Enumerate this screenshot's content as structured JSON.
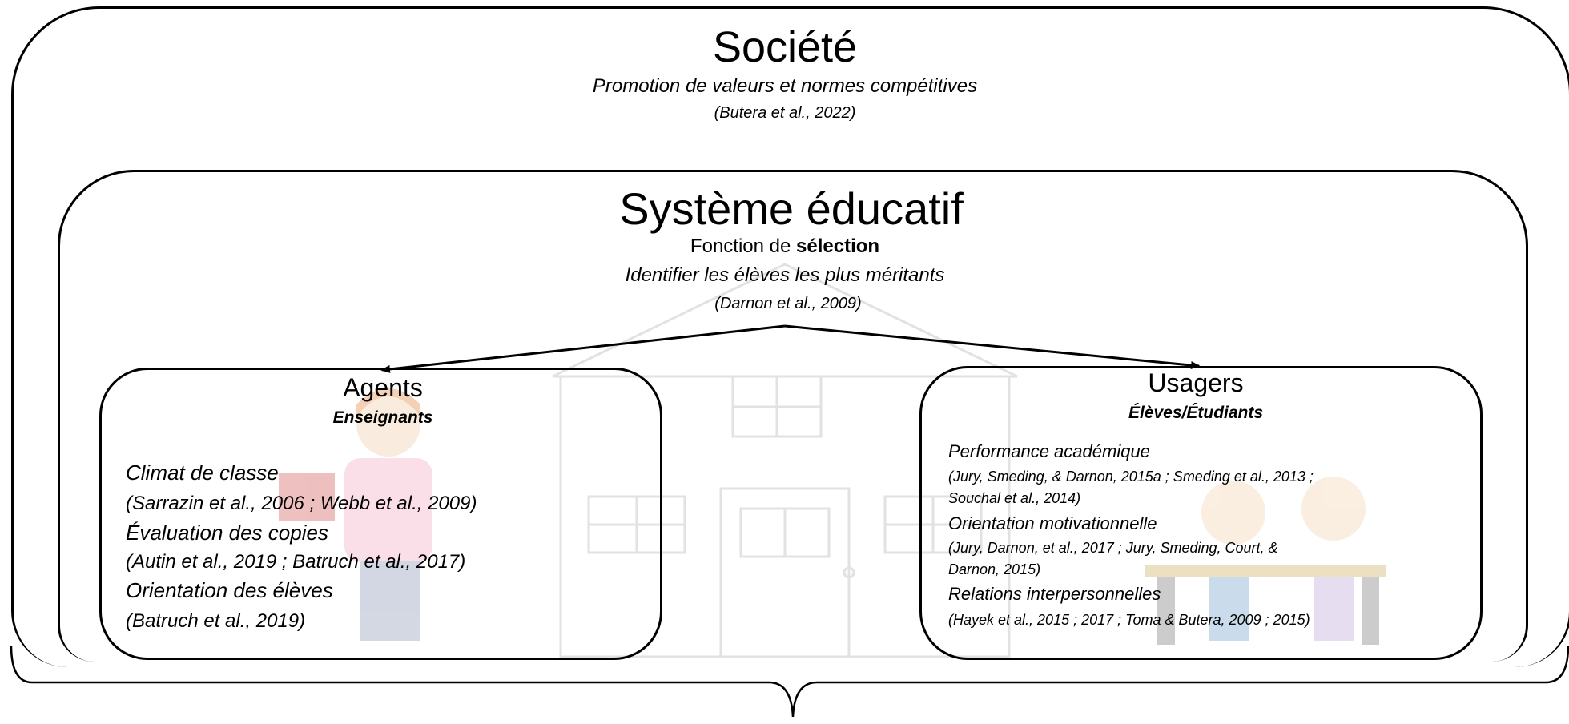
{
  "societe": {
    "title": "Société",
    "subtitle": "Promotion de valeurs et normes compétitives",
    "citation": "(Butera et al., 2022)"
  },
  "systeme": {
    "title": "Système éducatif",
    "function_prefix": "Fonction de ",
    "function_bold": "sélection",
    "subtitle": "Identifier les élèves les plus méritants",
    "citation": "(Darnon et al., 2009)"
  },
  "agents": {
    "title": "Agents",
    "subtitle": "Enseignants",
    "items": [
      {
        "label": "Climat de classe",
        "citation": "(Sarrazin et al., 2006 ; Webb et al., 2009)"
      },
      {
        "label": "Évaluation des copies",
        "citation": "(Autin et al., 2019 ; Batruch et al., 2017)"
      },
      {
        "label": "Orientation des élèves",
        "citation": "(Batruch et al., 2019)"
      }
    ]
  },
  "usagers": {
    "title": "Usagers",
    "subtitle": "Élèves/Étudiants",
    "items": [
      {
        "label": "Performance académique",
        "citation_lines": [
          "(Jury, Smeding, & Darnon, 2015a ; Smeding et al., 2013 ;",
          "Souchal et al., 2014)"
        ]
      },
      {
        "label": "Orientation motivationnelle",
        "citation_lines": [
          "(Jury, Darnon, et al., 2017 ; Jury, Smeding, Court, &",
          "Darnon, 2015)"
        ]
      },
      {
        "label": "Relations interpersonnelles",
        "citation_lines": [
          "(Hayek et al., 2015 ; 2017 ; Toma & Butera, 2009 ; 2015)"
        ]
      }
    ]
  },
  "colors": {
    "stroke": "#000000",
    "watermark": "#d8d8d8"
  }
}
